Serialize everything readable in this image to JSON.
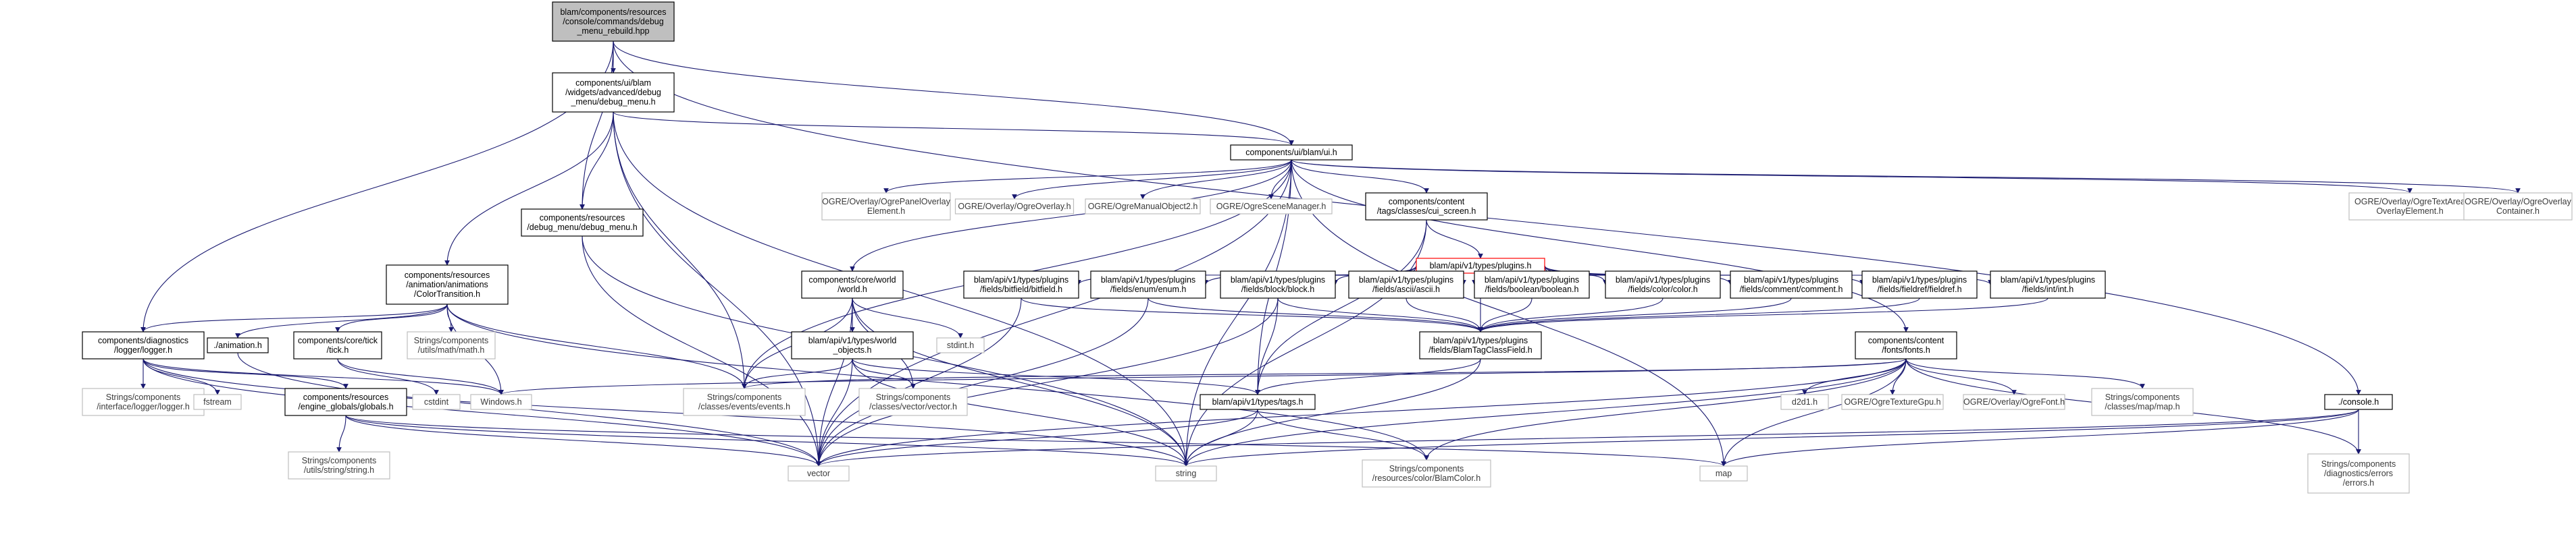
{
  "graph": {
    "colors": {
      "edge": "#191970",
      "root_fill": "#bfbfbf",
      "node_border": "#000000",
      "external_border": "#bfbfbf",
      "external_text": "#3a3a3a",
      "highlight_border": "#ff0000",
      "text": "#000000"
    },
    "nodes": [
      {
        "id": "root",
        "kind": "root",
        "lines": [
          "blam/components/resources",
          "/console/commands/debug",
          "_menu_rebuild.hpp"
        ]
      },
      {
        "id": "debug_menu_widget",
        "kind": "normal",
        "lines": [
          "components/ui/blam",
          "/widgets/advanced/debug",
          "_menu/debug_menu.h"
        ]
      },
      {
        "id": "ui_h",
        "kind": "normal",
        "lines": [
          "components/ui/blam/ui.h"
        ]
      },
      {
        "id": "debug_menu_res",
        "kind": "normal",
        "lines": [
          "components/resources",
          "/debug_menu/debug_menu.h"
        ]
      },
      {
        "id": "color_transition",
        "kind": "normal",
        "lines": [
          "components/resources",
          "/animation/animations",
          "/ColorTransition.h"
        ]
      },
      {
        "id": "logger_h",
        "kind": "normal",
        "lines": [
          "components/diagnostics",
          "/logger/logger.h"
        ]
      },
      {
        "id": "animation_h",
        "kind": "normal",
        "lines": [
          "./animation.h"
        ]
      },
      {
        "id": "tick_h",
        "kind": "normal",
        "lines": [
          "components/core/tick",
          "/tick.h"
        ]
      },
      {
        "id": "math_h",
        "kind": "external",
        "lines": [
          "Strings/components",
          "/utils/math/math.h"
        ]
      },
      {
        "id": "logger_iface",
        "kind": "external",
        "lines": [
          "Strings/components",
          "/interface/logger/logger.h"
        ]
      },
      {
        "id": "fstream",
        "kind": "external",
        "lines": [
          "fstream"
        ]
      },
      {
        "id": "globals_h",
        "kind": "normal",
        "lines": [
          "components/resources",
          "/engine_globals/globals.h"
        ]
      },
      {
        "id": "cstdint",
        "kind": "external",
        "lines": [
          "cstdint"
        ]
      },
      {
        "id": "windows_h",
        "kind": "external",
        "lines": [
          "Windows.h"
        ]
      },
      {
        "id": "string_h",
        "kind": "external",
        "lines": [
          "Strings/components",
          "/utils/string/string.h"
        ]
      },
      {
        "id": "vector",
        "kind": "external",
        "lines": [
          "vector"
        ]
      },
      {
        "id": "string",
        "kind": "external",
        "lines": [
          "string"
        ]
      },
      {
        "id": "world_h",
        "kind": "normal",
        "lines": [
          "components/core/world",
          "/world.h"
        ]
      },
      {
        "id": "world_objects",
        "kind": "normal",
        "lines": [
          "blam/api/v1/types/world",
          "_objects.h"
        ]
      },
      {
        "id": "stdint",
        "kind": "external",
        "lines": [
          "stdint.h"
        ]
      },
      {
        "id": "events_h",
        "kind": "external",
        "lines": [
          "Strings/components",
          "/classes/events/events.h"
        ]
      },
      {
        "id": "vector_h",
        "kind": "external",
        "lines": [
          "Strings/components",
          "/classes/vector/vector.h"
        ]
      },
      {
        "id": "ogre_panel",
        "kind": "external",
        "lines": [
          "OGRE/Overlay/OgrePanelOverlay",
          "Element.h"
        ]
      },
      {
        "id": "ogre_overlay",
        "kind": "external",
        "lines": [
          "OGRE/Overlay/OgreOverlay.h"
        ]
      },
      {
        "id": "ogre_manual",
        "kind": "external",
        "lines": [
          "OGRE/OgreManualObject2.h"
        ]
      },
      {
        "id": "ogre_scene",
        "kind": "external",
        "lines": [
          "OGRE/OgreSceneManager.h"
        ]
      },
      {
        "id": "cui_screen",
        "kind": "normal",
        "lines": [
          "components/content",
          "/tags/classes/cui_screen.h"
        ]
      },
      {
        "id": "plugins_h",
        "kind": "highlight",
        "lines": [
          "blam/api/v1/types/plugins.h"
        ]
      },
      {
        "id": "ogre_textarea",
        "kind": "external",
        "lines": [
          "OGRE/Overlay/OgreTextArea",
          "OverlayElement.h"
        ]
      },
      {
        "id": "ogre_container",
        "kind": "external",
        "lines": [
          "OGRE/Overlay/OgreOverlay",
          "Container.h"
        ]
      },
      {
        "id": "p_bitfield",
        "kind": "normal",
        "lines": [
          "blam/api/v1/types/plugins",
          "/fields/bitfield/bitfield.h"
        ]
      },
      {
        "id": "p_enum",
        "kind": "normal",
        "lines": [
          "blam/api/v1/types/plugins",
          "/fields/enum/enum.h"
        ]
      },
      {
        "id": "p_block",
        "kind": "normal",
        "lines": [
          "blam/api/v1/types/plugins",
          "/fields/block/block.h"
        ]
      },
      {
        "id": "p_ascii",
        "kind": "normal",
        "lines": [
          "blam/api/v1/types/plugins",
          "/fields/ascii/ascii.h"
        ]
      },
      {
        "id": "p_boolean",
        "kind": "normal",
        "lines": [
          "blam/api/v1/types/plugins",
          "/fields/boolean/boolean.h"
        ]
      },
      {
        "id": "p_color",
        "kind": "normal",
        "lines": [
          "blam/api/v1/types/plugins",
          "/fields/color/color.h"
        ]
      },
      {
        "id": "p_comment",
        "kind": "normal",
        "lines": [
          "blam/api/v1/types/plugins",
          "/fields/comment/comment.h"
        ]
      },
      {
        "id": "p_fieldref",
        "kind": "normal",
        "lines": [
          "blam/api/v1/types/plugins",
          "/fields/fieldref/fieldref.h"
        ]
      },
      {
        "id": "p_int",
        "kind": "normal",
        "lines": [
          "blam/api/v1/types/plugins",
          "/fields/int/int.h"
        ]
      },
      {
        "id": "tagclassfield",
        "kind": "normal",
        "lines": [
          "blam/api/v1/types/plugins",
          "/fields/BlamTagClassField.h"
        ]
      },
      {
        "id": "tags_h",
        "kind": "normal",
        "lines": [
          "blam/api/v1/types/tags.h"
        ]
      },
      {
        "id": "blamcolor",
        "kind": "external",
        "lines": [
          "Strings/components",
          "/resources/color/BlamColor.h"
        ]
      },
      {
        "id": "fonts_h",
        "kind": "normal",
        "lines": [
          "components/content",
          "/fonts/fonts.h"
        ]
      },
      {
        "id": "d2d1",
        "kind": "external",
        "lines": [
          "d2d1.h"
        ]
      },
      {
        "id": "ogre_texturegpu",
        "kind": "external",
        "lines": [
          "OGRE/OgreTextureGpu.h"
        ]
      },
      {
        "id": "ogre_font",
        "kind": "external",
        "lines": [
          "OGRE/Overlay/OgreFont.h"
        ]
      },
      {
        "id": "map_h",
        "kind": "external",
        "lines": [
          "Strings/components",
          "/classes/map/map.h"
        ]
      },
      {
        "id": "map",
        "kind": "external",
        "lines": [
          "map"
        ]
      },
      {
        "id": "console_h",
        "kind": "normal",
        "lines": [
          "./console.h"
        ]
      },
      {
        "id": "errors_h",
        "kind": "external",
        "lines": [
          "Strings/components",
          "/diagnostics/errors",
          "/errors.h"
        ]
      }
    ],
    "edges": [
      [
        "root",
        "debug_menu_widget"
      ],
      [
        "root",
        "ui_h"
      ],
      [
        "root",
        "debug_menu_res"
      ],
      [
        "root",
        "logger_h"
      ],
      [
        "root",
        "console_h"
      ],
      [
        "debug_menu_widget",
        "ui_h"
      ],
      [
        "debug_menu_widget",
        "debug_menu_res"
      ],
      [
        "debug_menu_widget",
        "color_transition"
      ],
      [
        "debug_menu_widget",
        "vector"
      ],
      [
        "debug_menu_widget",
        "events_h"
      ],
      [
        "debug_menu_widget",
        "string"
      ],
      [
        "ui_h",
        "world_h"
      ],
      [
        "ui_h",
        "ogre_panel"
      ],
      [
        "ui_h",
        "ogre_overlay"
      ],
      [
        "ui_h",
        "ogre_manual"
      ],
      [
        "ui_h",
        "ogre_scene"
      ],
      [
        "ui_h",
        "cui_screen"
      ],
      [
        "ui_h",
        "ogre_textarea"
      ],
      [
        "ui_h",
        "ogre_container"
      ],
      [
        "ui_h",
        "fonts_h"
      ],
      [
        "ui_h",
        "vector"
      ],
      [
        "ui_h",
        "string"
      ],
      [
        "ui_h",
        "events_h"
      ],
      [
        "ui_h",
        "tags_h"
      ],
      [
        "ui_h",
        "map"
      ],
      [
        "debug_menu_res",
        "vector"
      ],
      [
        "debug_menu_res",
        "string"
      ],
      [
        "color_transition",
        "logger_h"
      ],
      [
        "color_transition",
        "animation_h"
      ],
      [
        "color_transition",
        "tick_h"
      ],
      [
        "color_transition",
        "math_h"
      ],
      [
        "color_transition",
        "events_h"
      ],
      [
        "color_transition",
        "blamcolor"
      ],
      [
        "color_transition",
        "windows_h"
      ],
      [
        "logger_h",
        "logger_iface"
      ],
      [
        "logger_h",
        "fstream"
      ],
      [
        "logger_h",
        "globals_h"
      ],
      [
        "logger_h",
        "windows_h"
      ],
      [
        "logger_h",
        "vector"
      ],
      [
        "logger_h",
        "string"
      ],
      [
        "animation_h",
        "vector"
      ],
      [
        "tick_h",
        "cstdint"
      ],
      [
        "tick_h",
        "windows_h"
      ],
      [
        "globals_h",
        "string_h"
      ],
      [
        "globals_h",
        "vector"
      ],
      [
        "globals_h",
        "string"
      ],
      [
        "globals_h",
        "map"
      ],
      [
        "world_h",
        "world_objects"
      ],
      [
        "world_h",
        "stdint"
      ],
      [
        "world_h",
        "events_h"
      ],
      [
        "world_h",
        "vector_h"
      ],
      [
        "world_h",
        "vector"
      ],
      [
        "world_h",
        "string"
      ],
      [
        "world_objects",
        "events_h"
      ],
      [
        "world_objects",
        "vector_h"
      ],
      [
        "world_objects",
        "tags_h"
      ],
      [
        "world_objects",
        "vector"
      ],
      [
        "world_objects",
        "string"
      ],
      [
        "cui_screen",
        "plugins_h"
      ],
      [
        "cui_screen",
        "tags_h"
      ],
      [
        "cui_screen",
        "string"
      ],
      [
        "plugins_h",
        "p_bitfield"
      ],
      [
        "plugins_h",
        "p_enum"
      ],
      [
        "plugins_h",
        "p_block"
      ],
      [
        "plugins_h",
        "p_ascii"
      ],
      [
        "plugins_h",
        "p_boolean"
      ],
      [
        "plugins_h",
        "p_color"
      ],
      [
        "plugins_h",
        "p_comment"
      ],
      [
        "plugins_h",
        "p_fieldref"
      ],
      [
        "plugins_h",
        "p_int"
      ],
      [
        "plugins_h",
        "tagclassfield"
      ],
      [
        "p_bitfield",
        "tagclassfield"
      ],
      [
        "p_bitfield",
        "vector"
      ],
      [
        "p_enum",
        "tagclassfield"
      ],
      [
        "p_enum",
        "vector"
      ],
      [
        "p_block",
        "tagclassfield"
      ],
      [
        "p_block",
        "tags_h"
      ],
      [
        "p_block",
        "vector"
      ],
      [
        "p_ascii",
        "tagclassfield"
      ],
      [
        "p_boolean",
        "tagclassfield"
      ],
      [
        "p_color",
        "tagclassfield"
      ],
      [
        "p_comment",
        "tagclassfield"
      ],
      [
        "p_fieldref",
        "tagclassfield"
      ],
      [
        "p_int",
        "tagclassfield"
      ],
      [
        "tagclassfield",
        "tags_h"
      ],
      [
        "tagclassfield",
        "string"
      ],
      [
        "tags_h",
        "vector"
      ],
      [
        "tags_h",
        "string"
      ],
      [
        "tags_h",
        "blamcolor"
      ],
      [
        "fonts_h",
        "d2d1"
      ],
      [
        "fonts_h",
        "ogre_texturegpu"
      ],
      [
        "fonts_h",
        "ogre_font"
      ],
      [
        "fonts_h",
        "map_h"
      ],
      [
        "fonts_h",
        "windows_h"
      ],
      [
        "fonts_h",
        "events_h"
      ],
      [
        "fonts_h",
        "errors_h"
      ],
      [
        "fonts_h",
        "map"
      ],
      [
        "fonts_h",
        "string"
      ],
      [
        "fonts_h",
        "vector"
      ],
      [
        "fonts_h",
        "blamcolor"
      ],
      [
        "console_h",
        "errors_h"
      ],
      [
        "console_h",
        "vector"
      ],
      [
        "console_h",
        "string"
      ],
      [
        "console_h",
        "map"
      ]
    ]
  }
}
